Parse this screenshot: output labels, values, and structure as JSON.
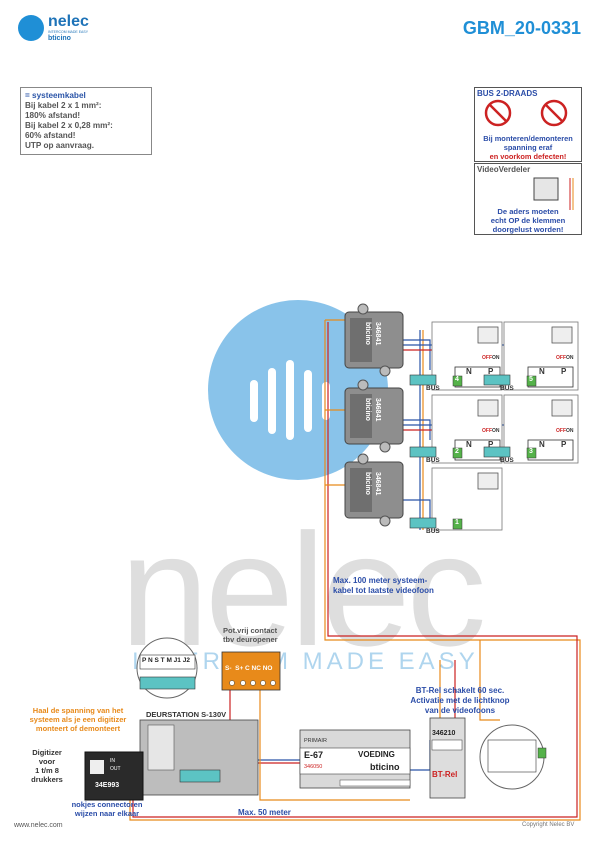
{
  "header": {
    "brand_nelec": "nelec",
    "brand_tagline": "INTERCOM MADE EASY",
    "brand_bticino": "bticino",
    "doc_code": "GBM_20-0331"
  },
  "legend_note": {
    "line1": "= systeemkabel",
    "line2": "Bij kabel 2 x 1 mm²:",
    "line3": "180% afstand!",
    "line4": "Bij kabel 2 x 0,28 mm²:",
    "line5": "60% afstand!",
    "line6": "UTP op aanvraag."
  },
  "bus_panel": {
    "title": "BUS 2-DRAADS",
    "warn1": "Bij monteren/demonteren",
    "warn2": "spanning eraf",
    "warn3": "en voorkom defecten!"
  },
  "vv_panel": {
    "title": "VideoVerdeler",
    "text1": "De aders moeten",
    "text2": "echt OP de klemmen",
    "text3": "doorgelust worden!"
  },
  "diagram": {
    "distributor_code": "346841",
    "distributor_brand": "bticino",
    "monitor_numbers": [
      "1",
      "2",
      "3",
      "4",
      "5"
    ],
    "bus_label": "BUS",
    "n_label": "N",
    "p_label": "P",
    "off_label": "OFF",
    "on_label": "ON",
    "max100": "Max. 100 meter systeem-",
    "max100b": "kabel tot laatste videofoon",
    "max50": "Max. 50 meter",
    "potvrij1": "Pot.vrij contact",
    "potvrij2": "tbv deuropener",
    "relay_terms": "S-  S+ C NC NO",
    "door_terms": "P N S T M J1 J2",
    "doorstation": "DEURSTATION S-130V",
    "haal1": "Haal de spanning van het",
    "haal2": "systeem als je een digitizer",
    "haal3": "monteert of demonteert",
    "digitizer1": "Digitizer",
    "digitizer2": "voor",
    "digitizer3": "1 t/m 8",
    "digitizer4": "drukkers",
    "digitizer_code": "34E993",
    "in_label": "IN",
    "out_label": "OUT",
    "nokjes1": "nokjes connectoren",
    "nokjes2": "wijzen naar elkaar",
    "psu_code": "E-67",
    "psu_primair": "PRIMAIR",
    "psu_voeding": "VOEDING",
    "psu_part": "346050",
    "btrel1": "BT-Rel schakelt 60 sec.",
    "btrel2": "Activatie met de lichtknop",
    "btrel3": "van de videofoons",
    "btrel_code": "346210",
    "btrel_name": "BT-Rel",
    "watermark": "nelec",
    "watermark_tag": "INTERCOM MADE EASY",
    "footer_left": "www.nelec.com",
    "footer_right": "Copyright Nelec BV"
  },
  "colors": {
    "brand_blue": "#1f8fd6",
    "bus_blue": "#2b55a8",
    "wire_orange": "#e88a1a",
    "wire_red": "#cc2222",
    "watermark_grey": "#cfcfcf",
    "watermark_blue": "#6fb6e6"
  }
}
